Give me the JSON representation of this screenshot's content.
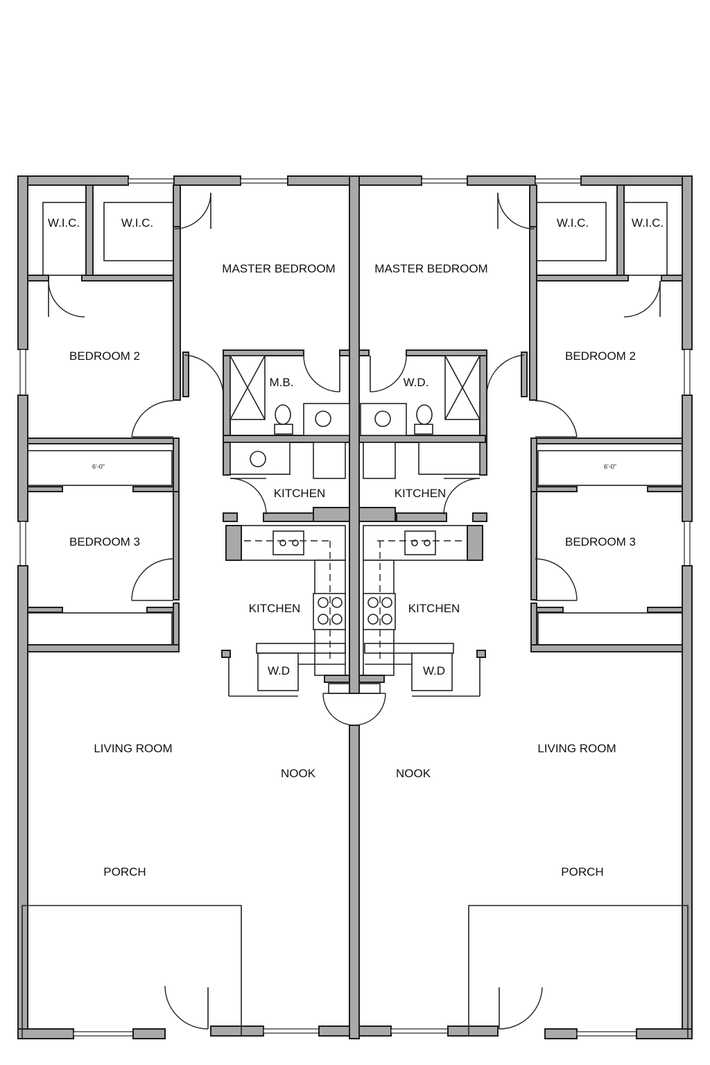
{
  "plan": {
    "rooms": {
      "wic_outer_left": "W.I.C.",
      "wic_inner_left": "W.I.C.",
      "master_left": "MASTER BEDROOM",
      "bedroom2_left": "BEDROOM 2",
      "bath_left": "M.B.",
      "kitchen_top_left": "KITCHEN",
      "bedroom3_left": "BEDROOM 3",
      "kitchen_left": "KITCHEN",
      "wd_left": "W.D",
      "living_left": "LIVING ROOM",
      "nook_left": "NOOK",
      "porch_left": "PORCH",
      "closet_dim_left": "6'-0\"",
      "master_right": "MASTER BEDROOM",
      "wic_inner_right": "W.I.C.",
      "wic_outer_right": "W.I.C.",
      "bedroom2_right": "BEDROOM 2",
      "bath_right": "W.D.",
      "kitchen_top_right": "KITCHEN",
      "bedroom3_right": "BEDROOM 3",
      "kitchen_right": "KITCHEN",
      "wd_right": "W.D",
      "living_right": "LIVING ROOM",
      "nook_right": "NOOK",
      "porch_right": "PORCH",
      "closet_dim_right": "6'-0\""
    }
  }
}
